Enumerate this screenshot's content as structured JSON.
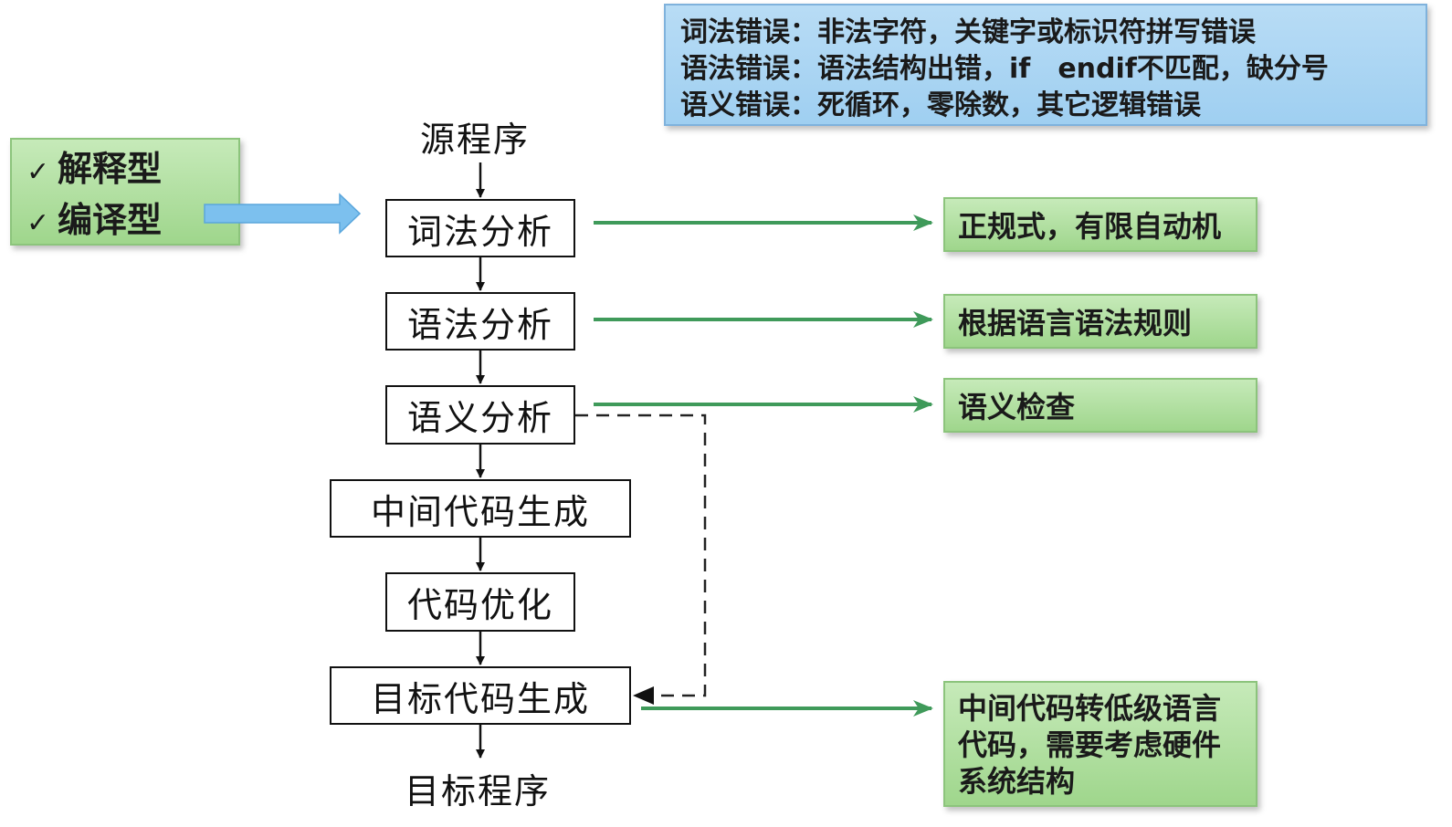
{
  "info_box": {
    "lines": [
      "词法错误：非法字符，关键字或标识符拼写错误",
      "语法错误：语法结构出错，if　endif不匹配，缺分号",
      "语义错误：死循环，零除数，其它逻辑错误"
    ]
  },
  "types": {
    "check_symbol": "✓",
    "items": [
      "解释型",
      "编译型"
    ]
  },
  "flow": {
    "source": "源程序",
    "stages": [
      "词法分析",
      "语法分析",
      "语义分析",
      "中间代码生成",
      "代码优化",
      "目标代码生成"
    ],
    "target": "目标程序"
  },
  "notes": {
    "lexical": "正规式，有限自动机",
    "syntax": "根据语言语法规则",
    "semantic": "语义检查",
    "codegen": [
      "中间代码转低级语言",
      "代码，需要考虑硬件",
      "系统结构"
    ]
  },
  "colors": {
    "info_bg": "#a9d5f3",
    "note_bg": "#b3e0a2",
    "green_arrow": "#3f9a5a",
    "blue_arrow": "#7cc0ee"
  }
}
